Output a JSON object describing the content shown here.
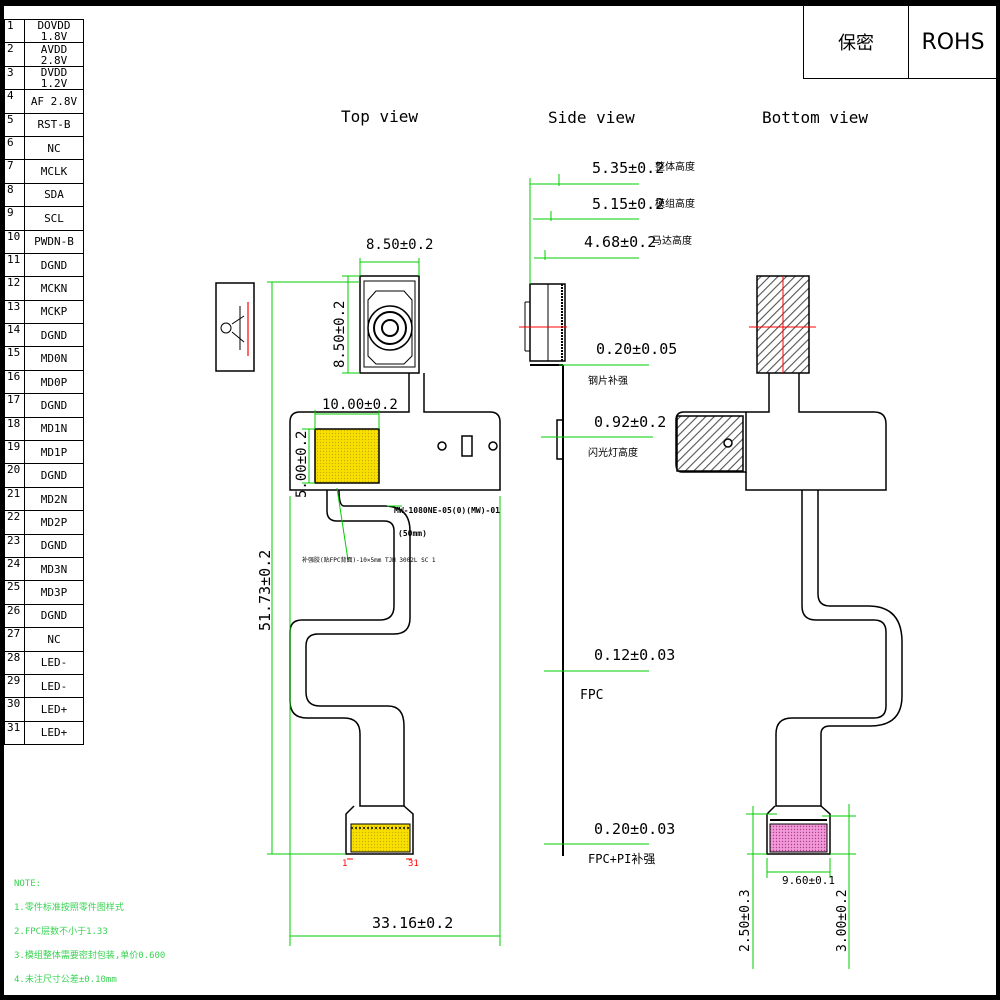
{
  "pins": [
    {
      "num": "1",
      "signal": "DOVDD 1.8V"
    },
    {
      "num": "2",
      "signal": "AVDD 2.8V"
    },
    {
      "num": "3",
      "signal": "DVDD 1.2V"
    },
    {
      "num": "4",
      "signal": "AF 2.8V"
    },
    {
      "num": "5",
      "signal": "RST-B"
    },
    {
      "num": "6",
      "signal": "NC"
    },
    {
      "num": "7",
      "signal": "MCLK"
    },
    {
      "num": "8",
      "signal": "SDA"
    },
    {
      "num": "9",
      "signal": "SCL"
    },
    {
      "num": "10",
      "signal": "PWDN-B"
    },
    {
      "num": "11",
      "signal": "DGND"
    },
    {
      "num": "12",
      "signal": "MCKN"
    },
    {
      "num": "13",
      "signal": "MCKP"
    },
    {
      "num": "14",
      "signal": "DGND"
    },
    {
      "num": "15",
      "signal": "MD0N"
    },
    {
      "num": "16",
      "signal": "MD0P"
    },
    {
      "num": "17",
      "signal": "DGND"
    },
    {
      "num": "18",
      "signal": "MD1N"
    },
    {
      "num": "19",
      "signal": "MD1P"
    },
    {
      "num": "20",
      "signal": "DGND"
    },
    {
      "num": "21",
      "signal": "MD2N"
    },
    {
      "num": "22",
      "signal": "MD2P"
    },
    {
      "num": "23",
      "signal": "DGND"
    },
    {
      "num": "24",
      "signal": "MD3N"
    },
    {
      "num": "25",
      "signal": "MD3P"
    },
    {
      "num": "26",
      "signal": "DGND"
    },
    {
      "num": "27",
      "signal": "NC"
    },
    {
      "num": "28",
      "signal": "LED-"
    },
    {
      "num": "29",
      "signal": "LED-"
    },
    {
      "num": "30",
      "signal": "LED+"
    },
    {
      "num": "31",
      "signal": "LED+"
    }
  ],
  "title_block": {
    "confidential": "保密",
    "rohs": "ROHS"
  },
  "views": {
    "top": "Top view",
    "side": "Side view",
    "bottom": "Bottom view"
  },
  "top_view": {
    "width": "8.50±0.2",
    "height": "8.50±0.2",
    "stiffener_w": "10.00±0.2",
    "stiffener_h": "5.00±0.2",
    "length": "51.73±0.2",
    "total_width": "33.16±0.2",
    "part_label": "MW-1080NE-05(0)(MW)-01",
    "part_sub": "(50mm)",
    "note_label": "补强胶(贴FPC背面)-10×5mm TJH 3002L SC 1",
    "pin_first": "1",
    "pin_last": "31"
  },
  "side_view": {
    "d1": "5.35±0.2",
    "d1_label": "整体高度",
    "d2": "5.15±0.2",
    "d2_label": "模组高度",
    "d3": "4.68±0.2",
    "d3_label": "马达高度",
    "d4": "0.20±0.05",
    "d4_label": "钢片补强",
    "d5": "0.92±0.2",
    "d5_label": "闪光灯高度",
    "d6": "0.12±0.03",
    "d6_label": "FPC",
    "d7": "0.20±0.03",
    "d7_label": "FPC+PI补强"
  },
  "bottom_view": {
    "conn_w": "9.60±0.1",
    "left_h": "2.50±0.3",
    "right_h": "3.00±0.2"
  },
  "notes": [
    "NOTE:",
    "1.零件标准按照零件图样式",
    "2.FPC层数不小于1.33",
    "3.模组整体需要密封包装,单价0.600",
    "4.未注尺寸公差±0.10mm"
  ],
  "colors": {
    "dim": "#00cc00",
    "crosshair": "#ff0000",
    "stiffener": "#f7e000",
    "connector": "#f29ad8",
    "hatch": "#555555"
  }
}
